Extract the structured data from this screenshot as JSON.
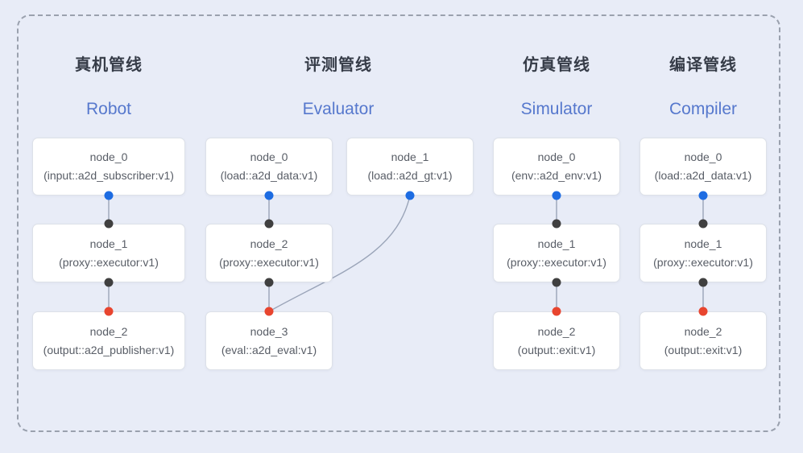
{
  "colors": {
    "background": "#e8ecf7",
    "frame_border": "#9aa1ae",
    "line": "#9aa4b8",
    "blue_dot": "#1d6ce2",
    "dark_dot": "#404040",
    "red_dot": "#e8452f",
    "title_zh": "#363c48",
    "title_en": "#5678cd",
    "node_text": "#585d66",
    "node_bg": "#ffffff",
    "node_border": "#dde1e8"
  },
  "pipelines": [
    {
      "title_zh": "真机管线",
      "title_en": "Robot",
      "nodes": [
        {
          "name": "node_0",
          "type": "(input::a2d_subscriber:v1)"
        },
        {
          "name": "node_1",
          "type": "(proxy::executor:v1)"
        },
        {
          "name": "node_2",
          "type": "(output::a2d_publisher:v1)"
        }
      ]
    },
    {
      "title_zh": "评测管线",
      "title_en": "Evaluator",
      "nodes": [
        {
          "name": "node_0",
          "type": "(load::a2d_data:v1)"
        },
        {
          "name": "node_1",
          "type": "(load::a2d_gt:v1)"
        },
        {
          "name": "node_2",
          "type": "(proxy::executor:v1)"
        },
        {
          "name": "node_3",
          "type": "(eval::a2d_eval:v1)"
        }
      ]
    },
    {
      "title_zh": "仿真管线",
      "title_en": "Simulator",
      "nodes": [
        {
          "name": "node_0",
          "type": "(env::a2d_env:v1)"
        },
        {
          "name": "node_1",
          "type": "(proxy::executor:v1)"
        },
        {
          "name": "node_2",
          "type": "(output::exit:v1)"
        }
      ]
    },
    {
      "title_zh": "编译管线",
      "title_en": "Compiler",
      "nodes": [
        {
          "name": "node_0",
          "type": "(load::a2d_data:v1)"
        },
        {
          "name": "node_1",
          "type": "(proxy::executor:v1)"
        },
        {
          "name": "node_2",
          "type": "(output::exit:v1)"
        }
      ]
    }
  ]
}
